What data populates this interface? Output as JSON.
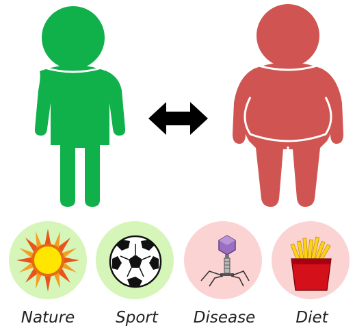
{
  "colors": {
    "slim_figure": "#10b04a",
    "heavy_figure": "#d05552",
    "arrow": "#000000",
    "green_circle": "#d6f5b8",
    "pink_circle": "#fbd3d3"
  },
  "icons": {
    "nature": "sun-icon",
    "sport": "soccer-ball-icon",
    "disease": "bacteriophage-icon",
    "diet": "french-fries-icon"
  },
  "labels": {
    "nature": "Nature",
    "sport": "Sport",
    "disease": "Disease",
    "diet": "Diet"
  }
}
